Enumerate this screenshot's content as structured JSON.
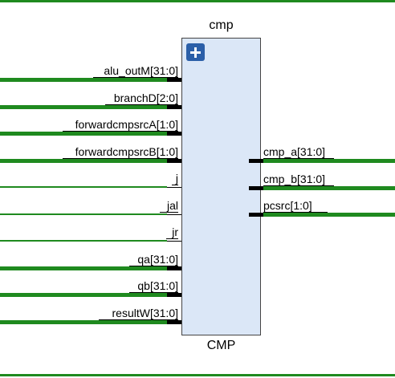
{
  "block": {
    "instance_name": "cmp",
    "module_name": "CMP",
    "expand_icon": "plus-icon"
  },
  "inputs": [
    {
      "label": "alu_outM[31:0]",
      "bus": true
    },
    {
      "label": "branchD[2:0]",
      "bus": true
    },
    {
      "label": "forwardcmpsrcA[1:0]",
      "bus": true
    },
    {
      "label": "forwardcmpsrcB[1:0]",
      "bus": true
    },
    {
      "label": "j",
      "bus": false
    },
    {
      "label": "jal",
      "bus": false
    },
    {
      "label": "jr",
      "bus": false
    },
    {
      "label": "qa[31:0]",
      "bus": true
    },
    {
      "label": "qb[31:0]",
      "bus": true
    },
    {
      "label": "resultW[31:0]",
      "bus": true
    }
  ],
  "outputs": [
    {
      "label": "cmp_a[31:0]",
      "bus": true
    },
    {
      "label": "cmp_b[31:0]",
      "bus": true
    },
    {
      "label": "pcsrc[1:0]",
      "bus": true
    }
  ],
  "colors": {
    "wire": "#1f8a1f",
    "block_fill": "#dbe7f7",
    "expand_button": "#2b5fa8"
  }
}
